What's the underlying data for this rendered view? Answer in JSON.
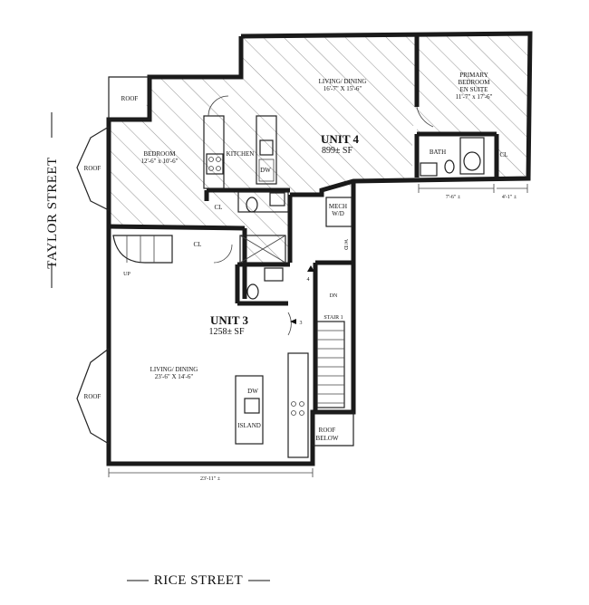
{
  "streets": {
    "taylor": "TAYLOR STREET",
    "rice": "RICE STREET"
  },
  "unit4": {
    "title": "UNIT 4",
    "area": "899± SF",
    "living_label": "LIVING/ DINING",
    "living_dims": "16'-7\" X 15'-6\"",
    "primary_label": "PRIMARY",
    "primary_label2": "BEDROOM",
    "primary_label3": "EN SUITE",
    "primary_dims": "11'-7\" x 17'-6\"",
    "bedroom_label": "BEDROOM",
    "bedroom_dims": "12'-6\" x 10'-6\"",
    "kitchen": "KITCHEN",
    "dw": "DW",
    "bath": "BATH",
    "cl_primary": "CL",
    "cl_bedroom": "CL",
    "mech": "MECH",
    "wd": "W/D",
    "wd_side": "W/D",
    "door_tag": "4",
    "dim_bath": "7'-6\" ±",
    "dim_cl": "4'-1\" ±"
  },
  "unit3": {
    "title": "UNIT 3",
    "area": "1258± SF",
    "living_label": "LIVING/ DINING",
    "living_dims": "23'-6\" X 14'-6\"",
    "cl": "CL",
    "up": "UP",
    "dn": "DN",
    "stair": "STAIR 1",
    "dw": "DW",
    "island": "ISLAND",
    "door_tag": "3",
    "dim_width": "23'-11\" ±"
  },
  "roof_labels": {
    "top_left": "ROOF",
    "left_upper": "ROOF",
    "left_lower": "ROOF",
    "roof_below_1": "ROOF",
    "roof_below_2": "BELOW"
  }
}
